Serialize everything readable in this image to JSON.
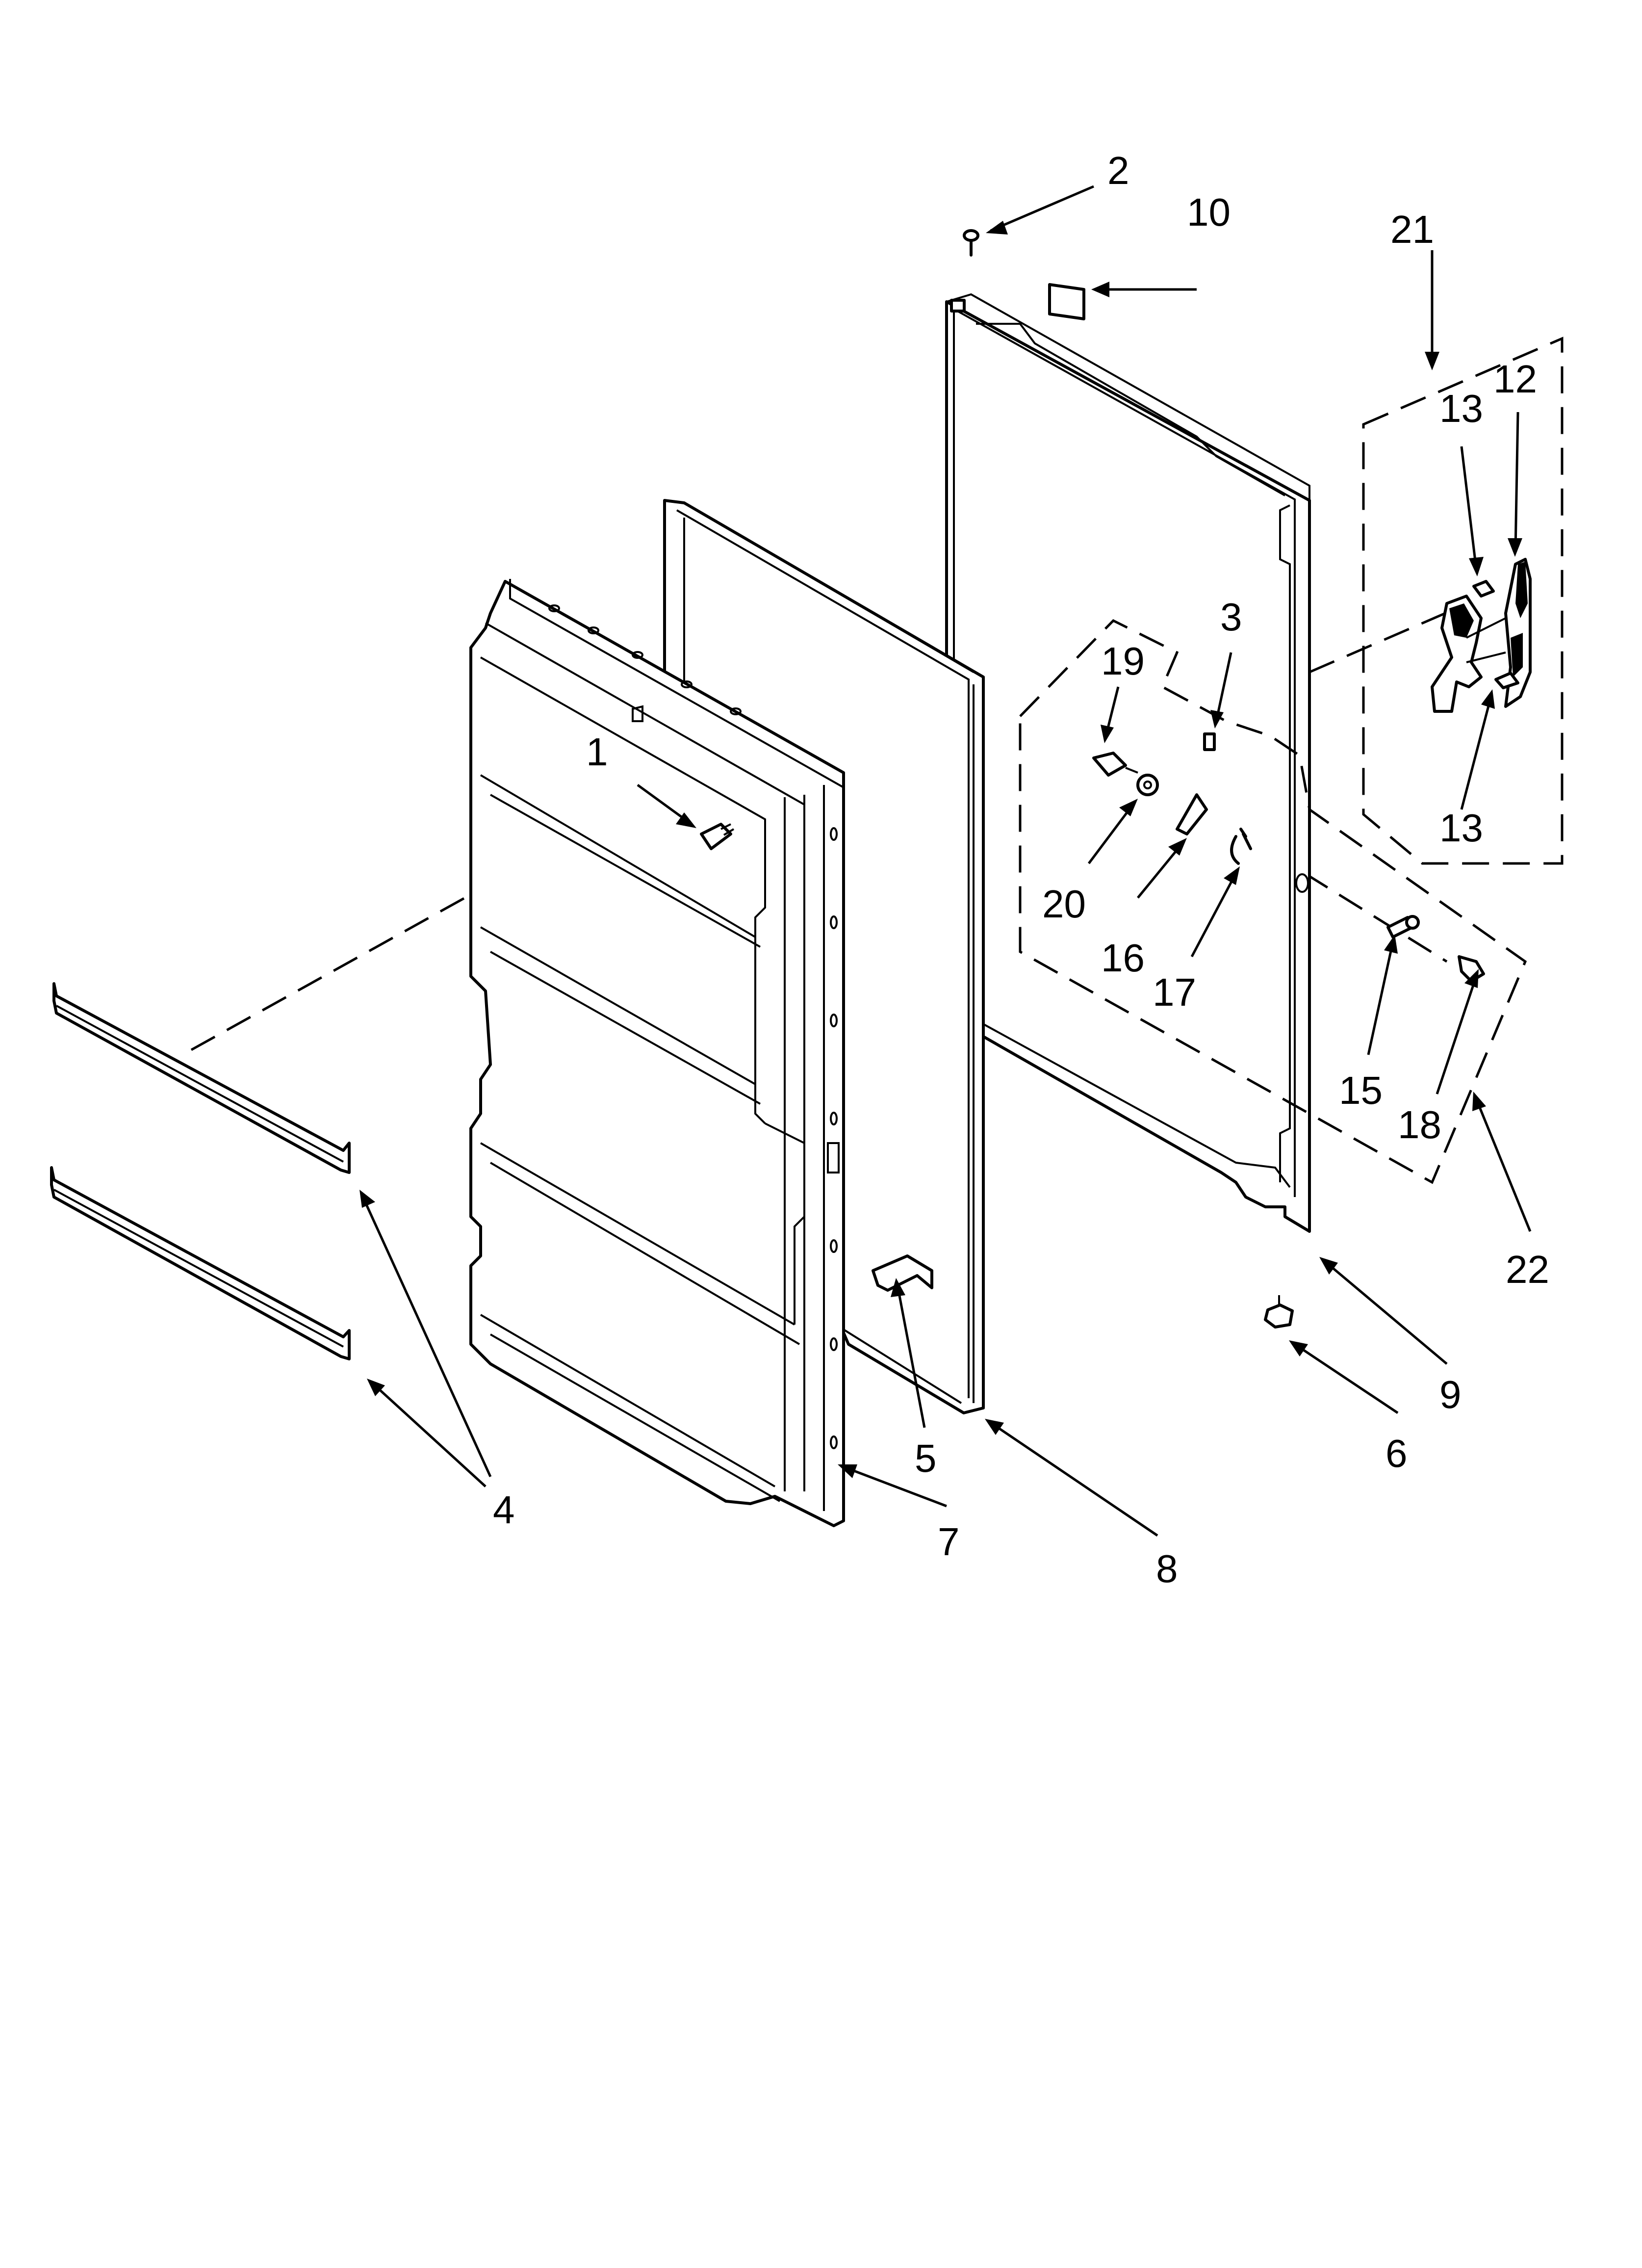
{
  "callouts": [
    {
      "id": "1",
      "label": "1"
    },
    {
      "id": "2",
      "label": "2"
    },
    {
      "id": "3",
      "label": "3"
    },
    {
      "id": "4",
      "label": "4"
    },
    {
      "id": "5",
      "label": "5"
    },
    {
      "id": "6",
      "label": "6"
    },
    {
      "id": "7",
      "label": "7"
    },
    {
      "id": "8",
      "label": "8"
    },
    {
      "id": "9",
      "label": "9"
    },
    {
      "id": "10",
      "label": "10"
    },
    {
      "id": "12",
      "label": "12"
    },
    {
      "id": "13a",
      "label": "13"
    },
    {
      "id": "13b",
      "label": "13"
    },
    {
      "id": "15",
      "label": "15"
    },
    {
      "id": "16",
      "label": "16"
    },
    {
      "id": "17",
      "label": "17"
    },
    {
      "id": "18",
      "label": "18"
    },
    {
      "id": "19",
      "label": "19"
    },
    {
      "id": "20",
      "label": "20"
    },
    {
      "id": "21",
      "label": "21"
    },
    {
      "id": "22",
      "label": "22"
    }
  ]
}
